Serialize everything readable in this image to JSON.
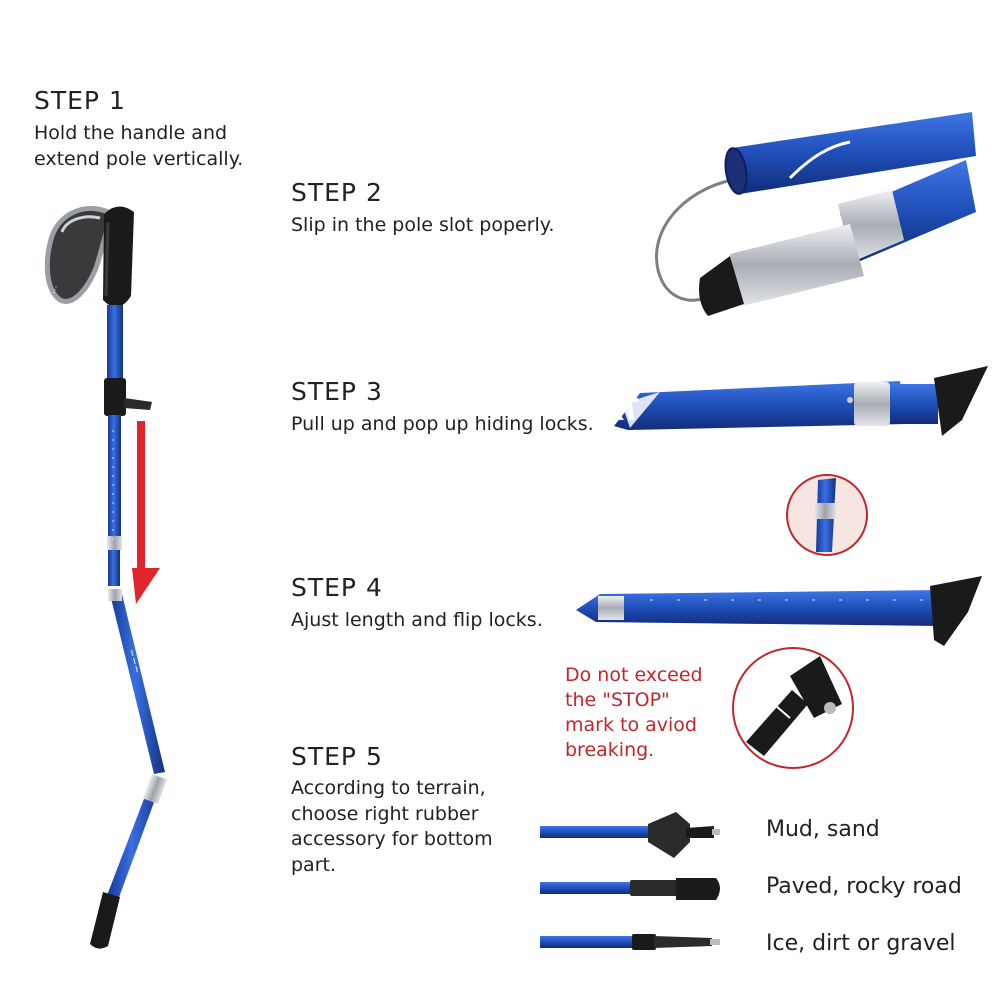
{
  "steps": [
    {
      "title": "STEP 1",
      "desc": "Hold the handle and\nextend pole vertically."
    },
    {
      "title": "STEP 2",
      "desc": "Slip in the pole slot poperly."
    },
    {
      "title": "STEP 3",
      "desc": "Pull up and pop up hiding locks."
    },
    {
      "title": "STEP 4",
      "desc": "Ajust length and flip locks."
    },
    {
      "title": "STEP 5",
      "desc": "According to terrain,\nchoose right rubber\naccessory for bottom\npart."
    }
  ],
  "warning": "Do not exceed\nthe \"STOP\"\nmark to aviod\nbreaking.",
  "tips": [
    {
      "label": "Mud, sand",
      "icon": "mud-basket-tip-icon"
    },
    {
      "label": "Paved, rocky road",
      "icon": "rubber-boot-tip-icon"
    },
    {
      "label": "Ice, dirt or gravel",
      "icon": "carbide-spike-tip-icon"
    }
  ],
  "colors": {
    "pole_blue": "#1f4fb8",
    "pole_dark": "#13308a",
    "arrow_red": "#e0262b",
    "warning_red": "#c0272d",
    "handle_black": "#1a1a1a",
    "silver": "#c8cbd0"
  }
}
